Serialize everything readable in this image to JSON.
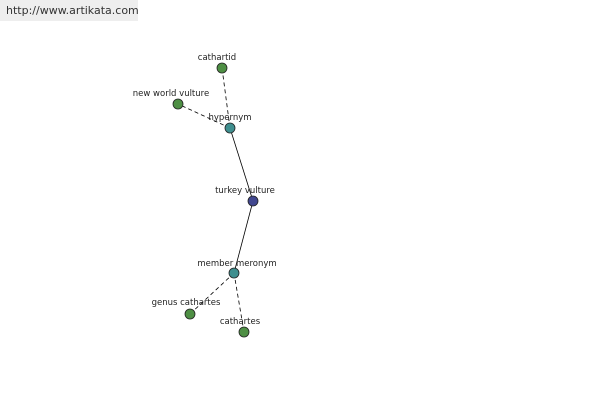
{
  "site": {
    "url": "http://www.artikata.com"
  },
  "colors": {
    "center": "#41478f",
    "relation": "#3f8f8f",
    "leaf": "#4e8f44",
    "edge": "#000000"
  },
  "graph": {
    "center": "turkey vulture",
    "relations": [
      {
        "label": "hypernym",
        "words": [
          "cathartid",
          "new world vulture"
        ]
      },
      {
        "label": "member meronym",
        "words": [
          "genus cathartes",
          "cathartes"
        ]
      }
    ]
  }
}
